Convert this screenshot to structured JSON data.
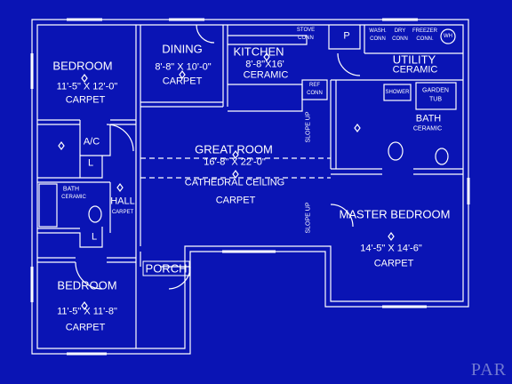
{
  "rooms": {
    "bedroom_1": {
      "name": "BEDROOM",
      "size": "11'-5\" X 12'-0\"",
      "floor": "CARPET"
    },
    "bedroom_2": {
      "name": "BEDROOM",
      "size": "11'-5\" X 11'-8\"",
      "floor": "CARPET"
    },
    "dining": {
      "name": "DINING",
      "size": "8'-8\" X 10'-0\"",
      "floor": "CARPET"
    },
    "kitchen": {
      "name": "KITCHEN",
      "size": "8'-8\"X16'",
      "floor": "CERAMIC"
    },
    "utility": {
      "name": "UTILITY",
      "floor": "CERAMIC"
    },
    "great_room": {
      "name": "GREAT ROOM",
      "size": "16'-8\" X 22'-0\"",
      "ceiling": "CATHEDRAL CEILING",
      "floor": "CARPET"
    },
    "master_bedroom": {
      "name": "MASTER BEDROOM",
      "size": "14'-5\" X 14'-6\"",
      "floor": "CARPET"
    },
    "master_bath": {
      "name": "BATH",
      "floor": "CERAMIC"
    },
    "hall_bath": {
      "name": "BATH",
      "floor": "CERAMIC"
    },
    "hall": {
      "name": "HALL",
      "floor": "CARPET"
    },
    "porch": {
      "name": "PORCH"
    }
  },
  "labels": {
    "ac": "A/C",
    "linen_1": "L",
    "linen_2": "L",
    "pantry": "P",
    "stove_1": "STOVE",
    "stove_2": "CONN",
    "ref_1": "REF",
    "ref_2": "CONN",
    "wash_1": "WASH.",
    "wash_2": "CONN",
    "dry_1": "DRY",
    "dry_2": "CONN",
    "freezer_1": "FREEZER",
    "freezer_2": "CONN.",
    "wh": "WH",
    "shower": "SHOWER",
    "garden_tub_1": "GARDEN",
    "garden_tub_2": "TUB",
    "slope_up_1": "SLOPE UP",
    "slope_up_2": "SLOPE UP"
  },
  "watermark": "PAR",
  "colors": {
    "background": "#0a14b4",
    "lines": "#ffffff"
  }
}
